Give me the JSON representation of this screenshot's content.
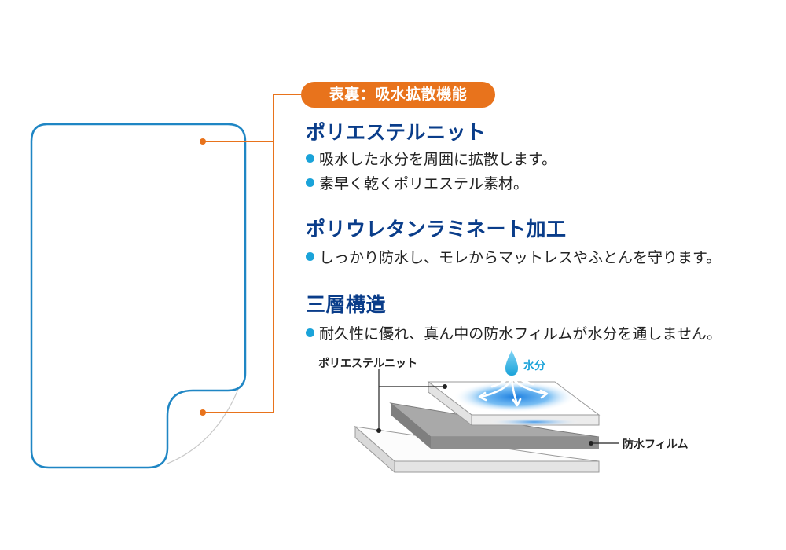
{
  "badge": {
    "label": "表裏：吸水拡散機能"
  },
  "sections": [
    {
      "heading": "ポリエステルニット",
      "bullets": [
        "吸水した水分を周囲に拡散します。",
        "素早く乾くポリエステル素材。"
      ]
    },
    {
      "heading": "ポリウレタンラミネート加工",
      "bullets": [
        "しっかり防水し、モレからマットレスやふとんを守ります。"
      ]
    },
    {
      "heading": "三層構造",
      "bullets": [
        "耐久性に優れ、真ん中の防水フィルムが水分を通しません。"
      ]
    }
  ],
  "diagram": {
    "label_top": "ポリエステルニット",
    "label_water": "水分",
    "label_film": "防水フィルム"
  },
  "colors": {
    "orange": "#e8731c",
    "navy": "#0a3d8a",
    "cyan": "#1aa3d9",
    "outline_blue": "#1f86c4"
  }
}
